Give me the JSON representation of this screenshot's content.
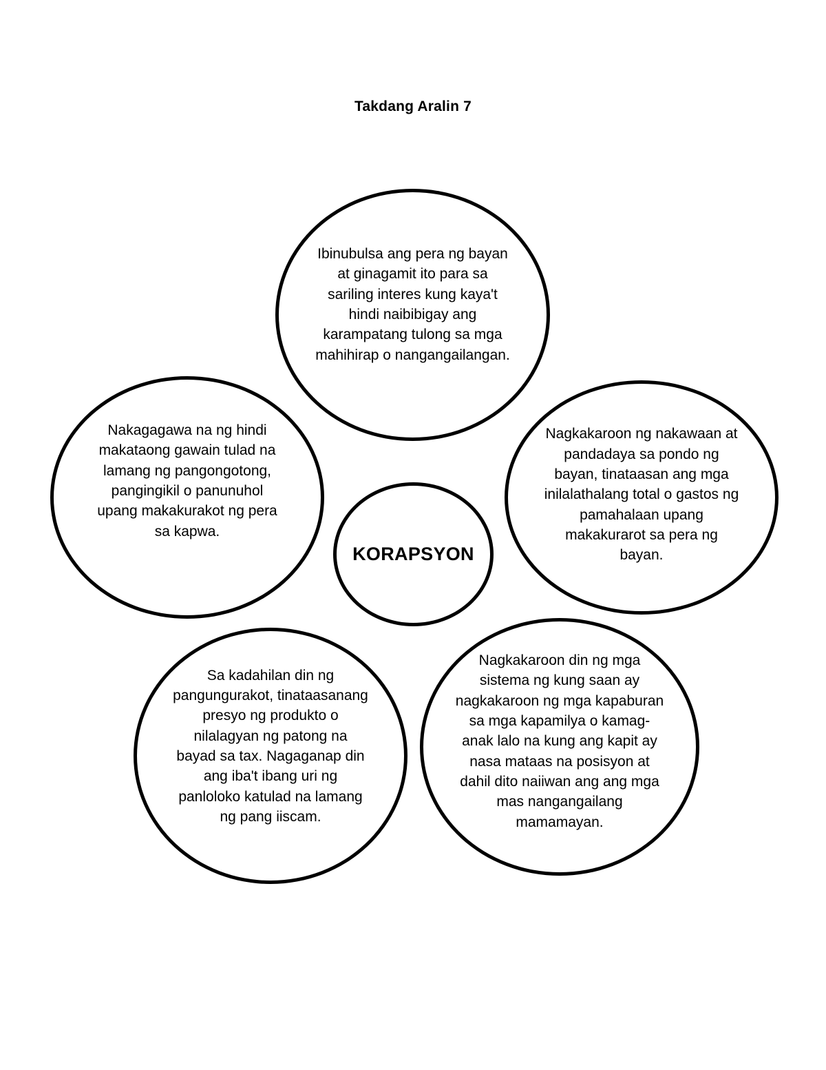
{
  "title": "Takdang Aralin 7",
  "center": {
    "label": "KORAPSYON"
  },
  "nodes": {
    "top": "Ibinubulsa ang pera ng bayan\nat ginagamit ito para sa\nsariling interes kung kaya't\nhindi naibibigay ang\nkarampatang tulong sa mga\nmahihirap o nangangailangan.",
    "left": "Nakagagawa na ng hindi\nmakataong gawain tulad na\nlamang ng pangongotong,\npangingikil o panunuhol\nupang makakurakot ng pera\nsa kapwa.",
    "right": "Nagkakaroon ng nakawaan at\npandadaya sa pondo ng\nbayan, tinataasan ang mga\ninilalathalang total o gastos ng\npamahalaan upang\nmakakurarot sa pera ng\nbayan.",
    "bottom_left": "Sa kadahilan din ng\npangungurakot, tinataasanang\npresyo ng produkto o\nnilalagyan ng patong na\nbayad sa tax. Nagaganap din\nang iba't ibang uri ng\npanloloko katulad na lamang\nng pang iiscam.",
    "bottom_right": "Nagkakaroon din ng mga\nsistema ng kung saan ay\nnagkakaroon ng mga kapaburan\nsa mga kapamilya o kamag-\nanak lalo na kung ang kapit ay\nnasa mataas na posisyon at\ndahil dito naiiwan ang ang mga\nmas nangangailang\nmamamayan."
  }
}
